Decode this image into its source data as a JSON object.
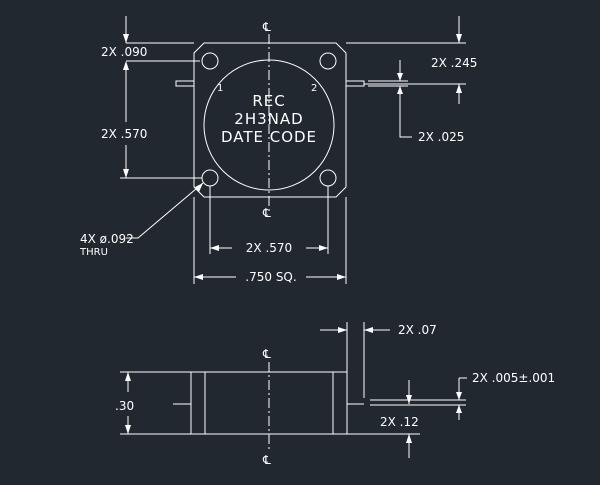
{
  "colors": {
    "background": "#212830",
    "lines": "#ffffff"
  },
  "top_view": {
    "centerline_symbol": "℄",
    "port_1": "1",
    "port_2": "2",
    "label_line1": "REC",
    "label_line2": "2H3NAD",
    "label_line3": "DATE CODE"
  },
  "dimensions": {
    "hole_offset": "2X .090",
    "hole_spacing_vertical": "2X .570",
    "lead_offset": "2X .245",
    "lead_width": "2X .025",
    "hole_size_line1": "4X ø.092",
    "hole_size_line2": "THRU",
    "hole_spacing_horizontal": "2X .570",
    "body_square": ".750 SQ.",
    "lead_length": "2X .07",
    "body_height": ".30",
    "lead_thickness": "2X .005±.001",
    "lead_height": "2X .12"
  }
}
